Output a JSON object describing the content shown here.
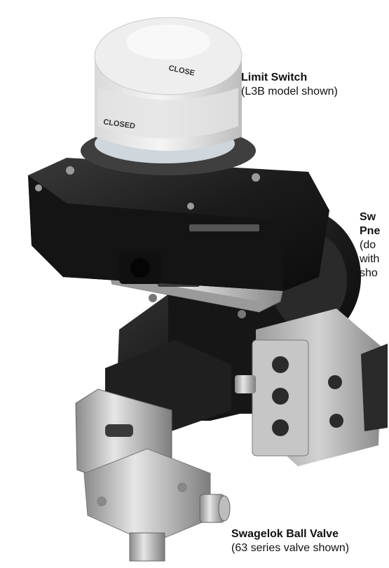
{
  "labels": {
    "limit_switch": {
      "title": "Limit Switch",
      "desc": "(L3B model shown)"
    },
    "actuator": {
      "lines": [
        "Sw",
        "Pne",
        "(do",
        "with",
        "sho"
      ]
    },
    "ball_valve": {
      "title": "Swagelok Ball Valve",
      "desc": "(63 series valve shown)"
    }
  },
  "device_text": {
    "dome_upper": "CLOSE",
    "dome_lower": "CLOSED"
  }
}
